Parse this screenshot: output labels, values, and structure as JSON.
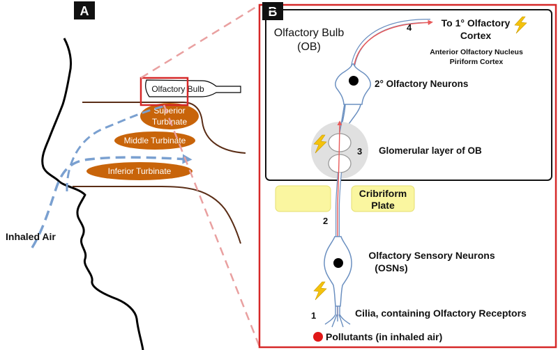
{
  "colors": {
    "red_frame": "#d62828",
    "zoom_lines": "#e9a0a0",
    "turbinate": "#c8640a",
    "cavity_line": "#5a2d16",
    "air_flow": "#7aa0d0",
    "plate": "#faf6a0",
    "glomerulus_bg": "#e0e0e0",
    "pollutant": "#e01818",
    "lightning": "#f4c20d"
  },
  "panel_a": {
    "label": "A",
    "olfactory_bulb": "Olfactory Bulb",
    "superior_turbinate": [
      "Superior",
      "Turbinate"
    ],
    "middle_turbinate": "Middle Turbinate",
    "inferior_turbinate": "Inferior Turbinate",
    "inhaled_air": "Inhaled Air"
  },
  "panel_b": {
    "label": "B",
    "ob_title": [
      "Olfactory Bulb",
      "(OB)"
    ],
    "cortex_title": [
      "To 1° Olfactory",
      "Cortex"
    ],
    "cortex_sub": [
      "Anterior Olfactory Nucleus",
      "Piriform Cortex"
    ],
    "secondary_neurons": "2° Olfactory Neurons",
    "glomerular_layer": "Glomerular layer of OB",
    "cribriform": [
      "Cribriform",
      "Plate"
    ],
    "osn": [
      "Olfactory Sensory Neurons",
      "(OSNs)"
    ],
    "cilia": "Cilia, containing Olfactory Receptors",
    "pollutants": "Pollutants (in inhaled air)",
    "steps": [
      "1",
      "2",
      "3",
      "4"
    ]
  }
}
